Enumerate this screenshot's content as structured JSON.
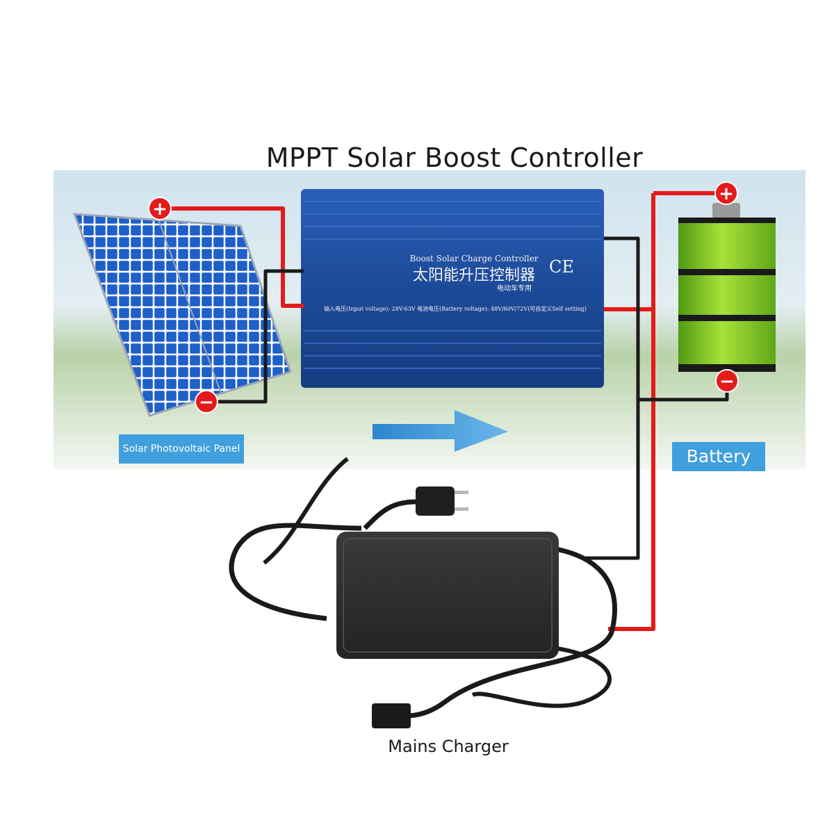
{
  "title": "MPPT Solar Boost Controller",
  "labels": {
    "solar_panel": "Solar Photovoltaic Panel",
    "battery": "Battery",
    "charger": "Mains Charger"
  },
  "controller": {
    "line1": "Boost Solar Charge Controller",
    "line2": "太阳能升压控制器",
    "line3": "电动车专用",
    "ce_mark": "CE",
    "spec_line": "输入电压(Input voltage): 28V-63V   电池电压(Battery voltage): 48V/60V/72V(可自定义Self setting)"
  },
  "terminals": {
    "positive": "+",
    "negative": "−"
  },
  "colors": {
    "positive_wire": "#e31b1b",
    "negative_wire": "#1a1a1a",
    "controller_blue": "#1f4fa0",
    "battery_green": "#8fd12a",
    "label_blue": "#3fa0dd",
    "arrow_blue": "#3b8fd0"
  },
  "icons": [
    "solar-panel-icon",
    "controller-icon",
    "battery-icon",
    "charger-icon",
    "plug-icon",
    "flow-arrow-icon"
  ]
}
